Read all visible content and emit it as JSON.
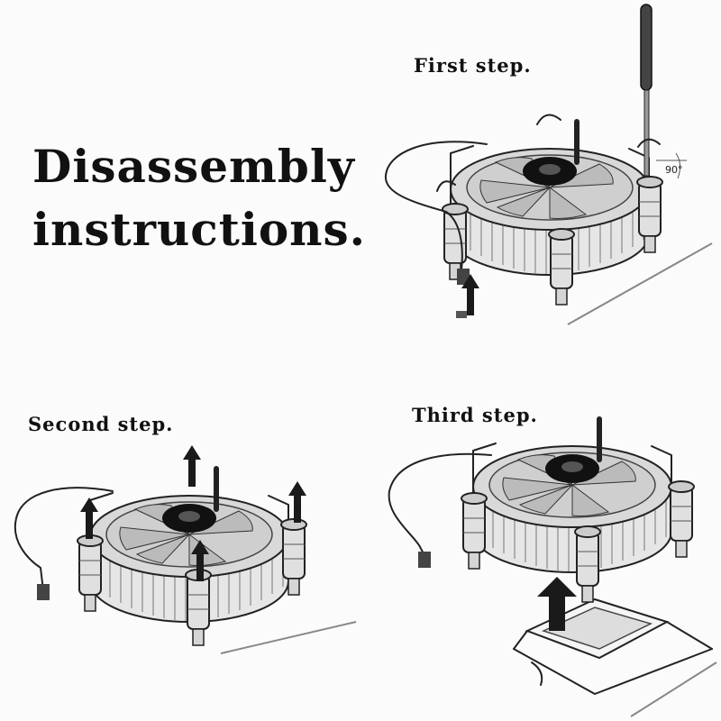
{
  "heading": {
    "line1": "Disassembly",
    "line2": "instructions."
  },
  "steps": [
    {
      "label": "First step."
    },
    {
      "label": "Second step."
    },
    {
      "label": "Third step."
    }
  ],
  "annotations": {
    "angle": "90°"
  }
}
